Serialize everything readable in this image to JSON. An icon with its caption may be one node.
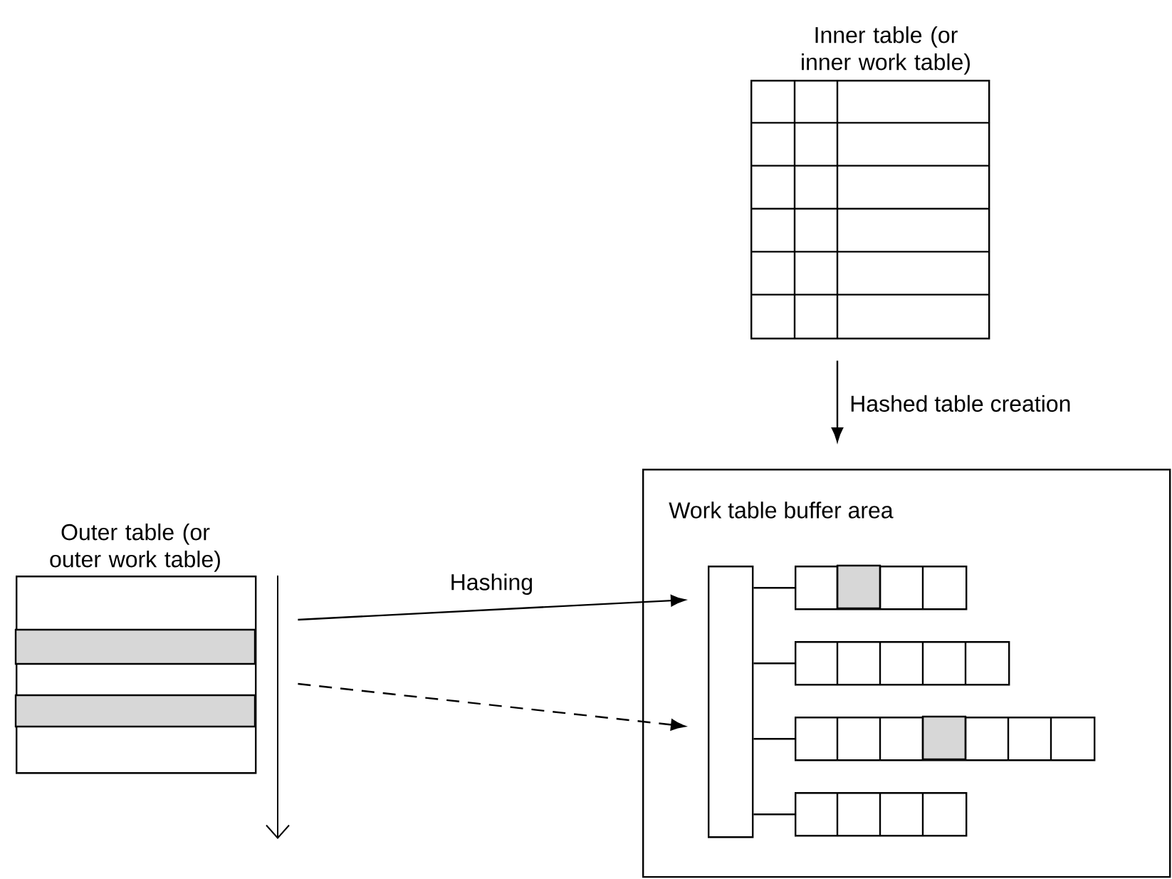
{
  "diagram": {
    "nodes": [
      {
        "text": [
          "Inner table (or inner work table)"
        ]
      },
      {
        "text": [
          "Work table buffer area"
        ]
      },
      {
        "text": [],
        "shape": "bar",
        "in": 1
      },
      {
        "text": [],
        "shape": "box",
        "in": 1
      },
      {
        "text": [],
        "shape": "box",
        "in": 1
      },
      {
        "text": [],
        "shape": "box",
        "in": 1
      },
      {
        "text": [],
        "shape": "box",
        "in": 1
      },
      {
        "text": [
          "Outer table (or outer work table)"
        ]
      }
    ],
    "edges": [
      {
        "from": 0,
        "to": 1,
        "arrow": "to",
        "label": "Hashed table creation"
      },
      {
        "from": 7,
        "to": 2,
        "arrow": "to",
        "label": "Hashing"
      },
      {
        "from": 7,
        "to": 2,
        "arrow": "to",
        "style": "dashed"
      },
      {
        "from": 2,
        "to": 3,
        "arrow": "none"
      },
      {
        "from": 2,
        "to": 4,
        "arrow": "none"
      },
      {
        "from": 2,
        "to": 5,
        "arrow": "none"
      },
      {
        "from": 2,
        "to": 6,
        "arrow": "none"
      }
    ]
  }
}
